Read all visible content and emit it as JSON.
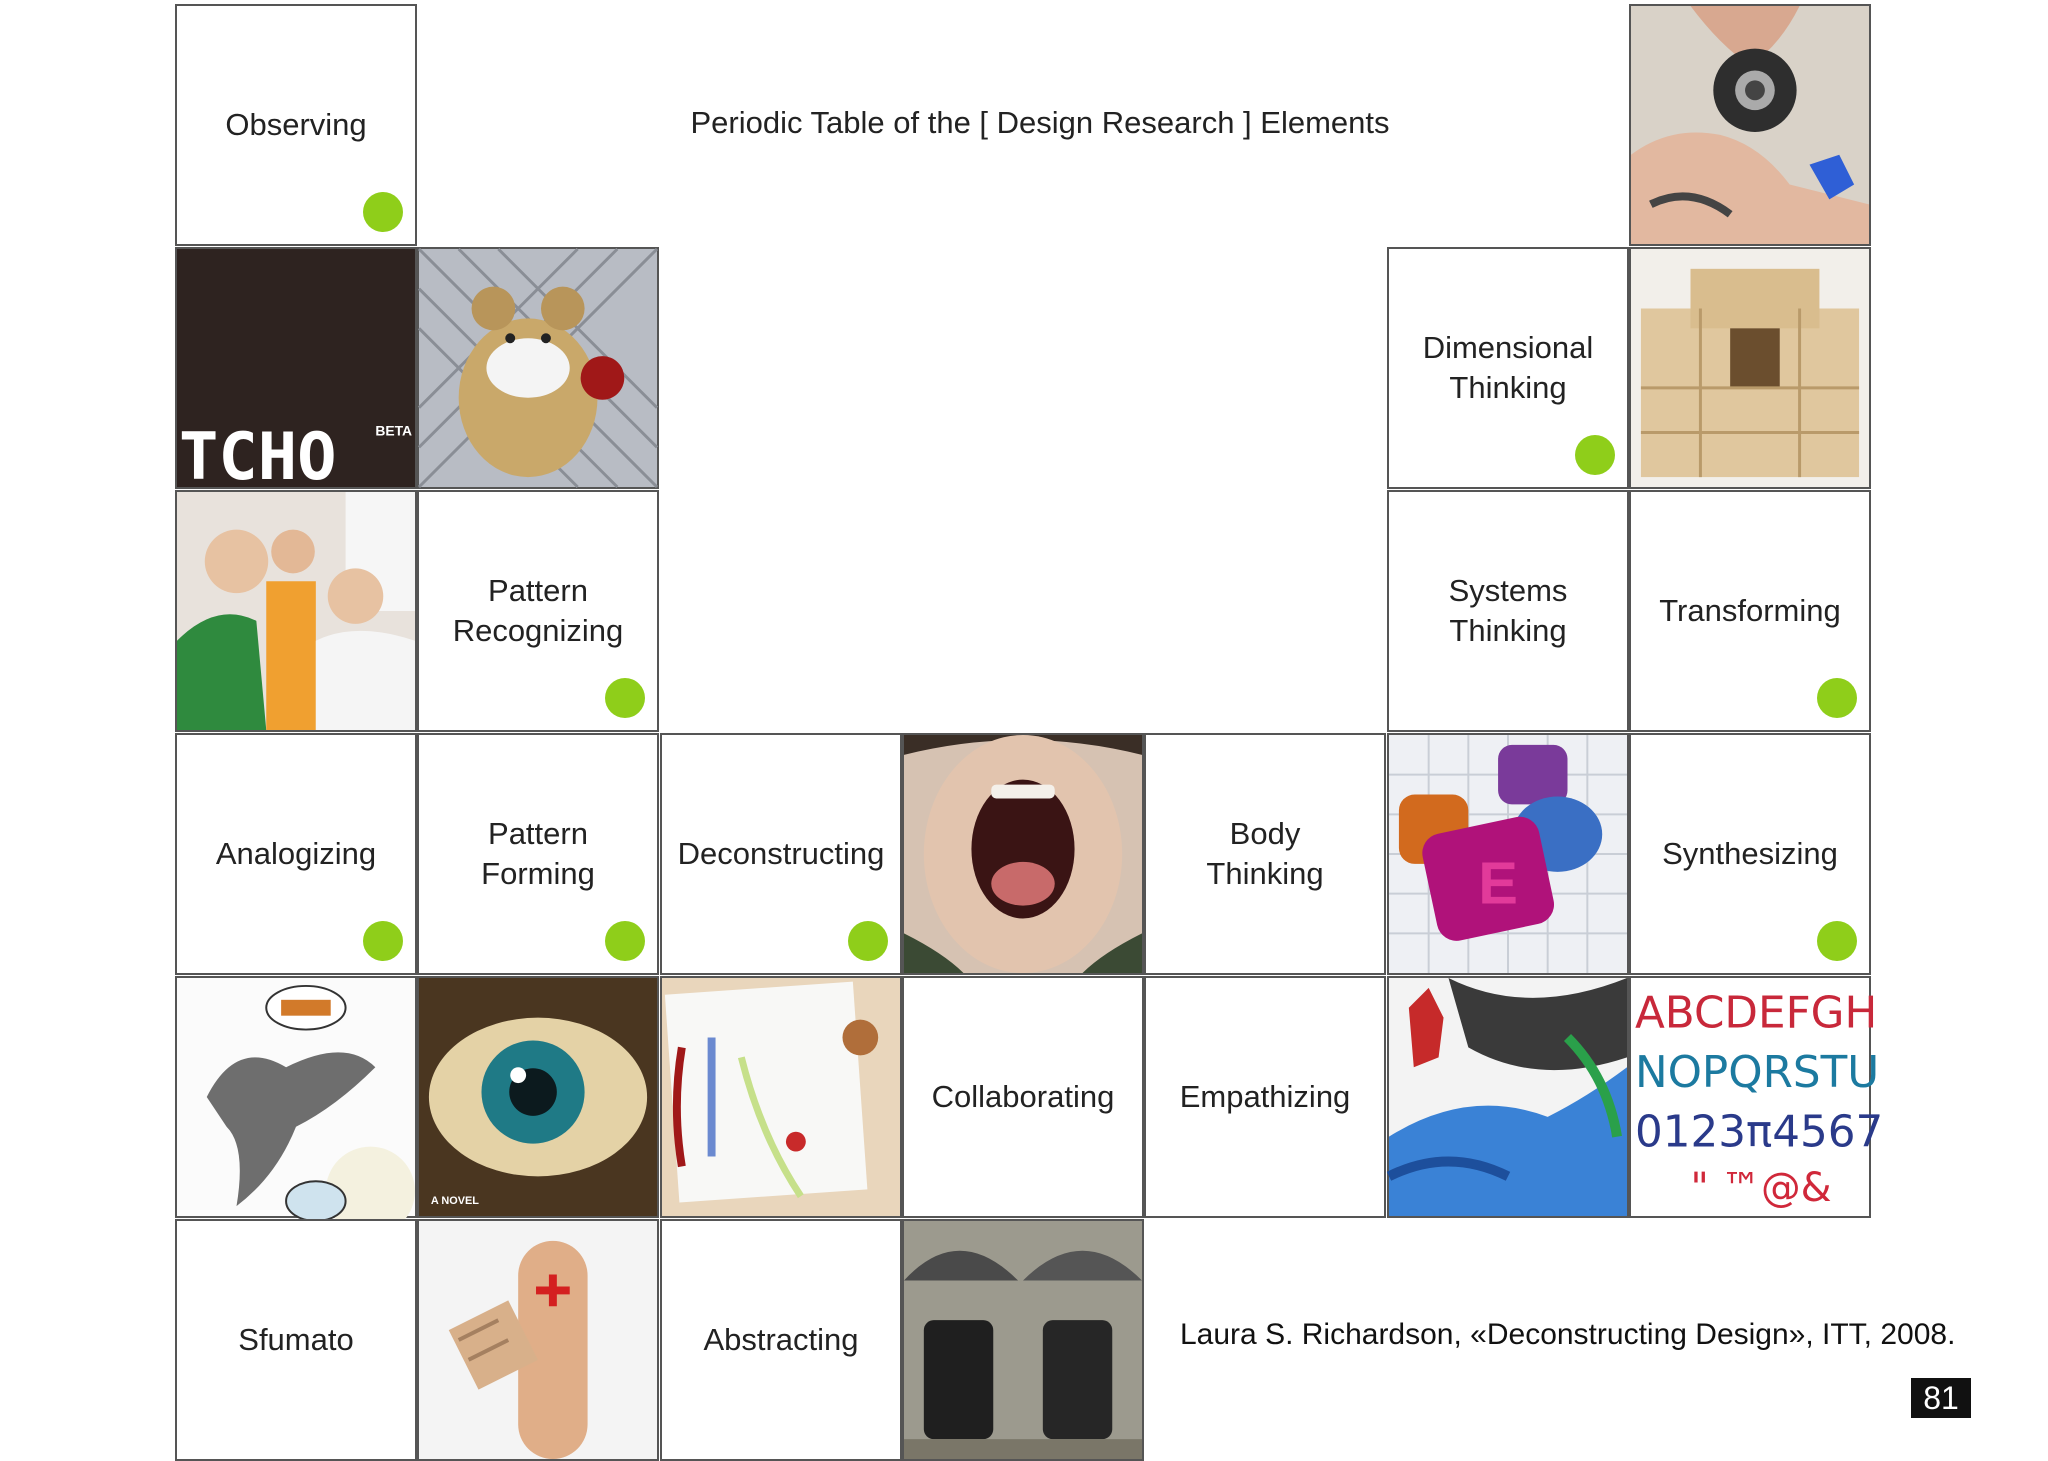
{
  "title": "Periodic Table of the [ Design Research ] Elements",
  "accent_dot_color": "#8fce1a",
  "elements": {
    "observing": "Observing",
    "dimensional_thinking": "Dimensional\nThinking",
    "pattern_recognizing": "Pattern\nRecognizing",
    "systems_thinking": "Systems\nThinking",
    "transforming": "Transforming",
    "analogizing": "Analogizing",
    "pattern_forming": "Pattern\nForming",
    "deconstructing": "Deconstructing",
    "body_thinking": "Body\nThinking",
    "synthesizing": "Synthesizing",
    "collaborating": "Collaborating",
    "empathizing": "Empathizing",
    "sfumato": "Sfumato",
    "abstracting": "Abstracting"
  },
  "images": {
    "tcho_logo": "TCHO",
    "tcho_beta": "BETA",
    "novel_label": "A NOVEL",
    "alphabet_rows": [
      "ABCDEFGH",
      "NOPQRSTU",
      "0123π4567",
      "\" ™@&"
    ]
  },
  "credit": "Laura S. Richardson,  «Deconstructing Design», ITT, 2008.",
  "page_number": "81"
}
